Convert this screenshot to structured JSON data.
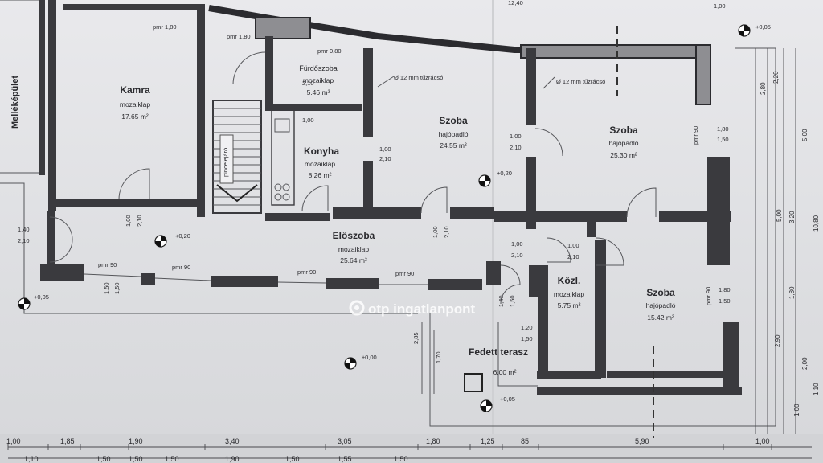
{
  "plan": {
    "side_building": "Melléképület",
    "rooms": [
      {
        "id": "kamra",
        "name": "Kamra",
        "floor": "mozaiklap",
        "area": "17.65 m²"
      },
      {
        "id": "furdo",
        "name": "Fürdőszoba",
        "floor": "mozaiklap",
        "area": "5.46 m²"
      },
      {
        "id": "konyha",
        "name": "Konyha",
        "floor": "mozaiklap",
        "area": "8.26 m²"
      },
      {
        "id": "szoba1",
        "name": "Szoba",
        "floor": "hajópadló",
        "area": "24.55 m²"
      },
      {
        "id": "szoba2",
        "name": "Szoba",
        "floor": "hajópadló",
        "area": "25.30 m²"
      },
      {
        "id": "eloszoba",
        "name": "Előszoba",
        "floor": "mozaiklap",
        "area": "25.64 m²"
      },
      {
        "id": "kozl",
        "name": "Közl.",
        "floor": "mozaiklap",
        "area": "5.75 m²"
      },
      {
        "id": "szoba3",
        "name": "Szoba",
        "floor": "hajópadló",
        "area": "15.42 m²"
      },
      {
        "id": "terasz",
        "name": "Fedett terasz",
        "floor": "",
        "area": "6.00 m²"
      }
    ],
    "level_marks": [
      "+0,20",
      "+0,20",
      "+0,05",
      "±0,00",
      "+0,05",
      "+0,05"
    ],
    "chimney_notes": [
      "Ø 12 mm tűzrácsó",
      "Ø 12 mm tűzrácsó"
    ],
    "stair_label": "pincelejáró",
    "opening_labels": [
      "pmr 1,80",
      "pmr 1,80",
      "pmr 0,80",
      "pmr 90",
      "pmr 90",
      "pmr 90",
      "pmr 90",
      "pmr 90",
      "pmr 90"
    ],
    "door_sizes": [
      "1,00",
      "2,10",
      "1,00",
      "2,10",
      "1,00",
      "2,10",
      "1,00",
      "2,10",
      "1,40",
      "2,10",
      "1,00",
      "2,10",
      "1,00",
      "2,10",
      "1,00",
      "2,10",
      "1,20",
      "1,50",
      "1,80",
      "1,50",
      "1,80",
      "1,50",
      "1,50",
      "1,50"
    ],
    "bottom_dims_row1": [
      "1,00",
      "1,85",
      "1,90",
      "3,40",
      "3,05",
      "1,80",
      "1,25",
      "85",
      "5,90",
      "1,00"
    ],
    "bottom_dims_row2": [
      "1,10",
      "1,50",
      "1,50",
      "1,50",
      "1,90",
      "1,50",
      "1,55",
      "1,50"
    ],
    "right_dims": [
      "2,80",
      "2,20",
      "3,20",
      "10,80",
      "1,80",
      "2,00",
      "2,90",
      "1,00",
      "5,00",
      "5,00",
      "1,10"
    ],
    "left_dims": [
      "1,40",
      "2,10"
    ],
    "terrace_dims": [
      "2,85",
      "1,70",
      "1,40",
      "1,50"
    ],
    "top_dims": [
      "12,40",
      "1,00"
    ],
    "watermark": "otp ingatlanpont"
  }
}
